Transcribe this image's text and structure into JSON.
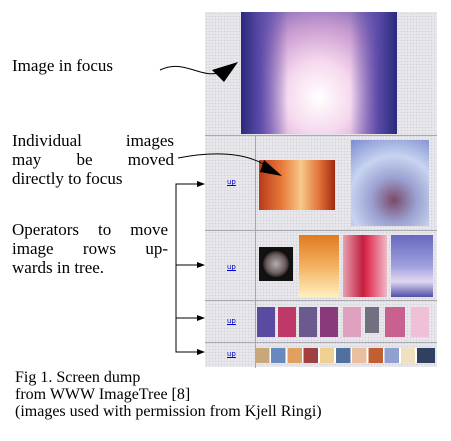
{
  "annotations": {
    "image_in_focus": "Image in focus",
    "individual": [
      "Individual images",
      "may be moved",
      "directly to focus"
    ],
    "operators": [
      "Operators to move",
      "image rows up-",
      "wards in tree."
    ]
  },
  "operator_links": [
    "up",
    "up",
    "up",
    "up"
  ],
  "caption": [
    "Fig 1. Screen dump",
    "from WWW ImageTree [8]",
    "(images used with permission from Kjell Ringi)"
  ]
}
